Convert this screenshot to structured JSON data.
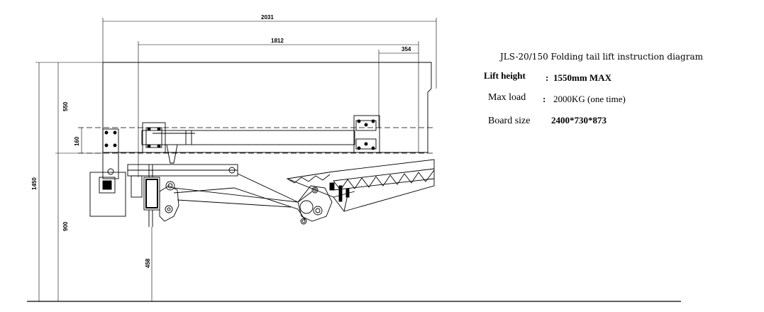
{
  "specs": {
    "title": "JLS-20/150 Folding tail lift instruction diagram",
    "lift_height_label": "Lift height",
    "lift_height_value": "1550mm MAX",
    "max_load_label": "Max load",
    "max_load_value": "2000KG (one time)",
    "board_size_label": "Board size",
    "board_size_value": "2400*730*873",
    "separator": ":"
  },
  "dimensions": {
    "overall_length": "2031",
    "mount_length": "1812",
    "front_offset": "354",
    "chassis_height": "550",
    "frame_offset": "160",
    "total_height": "1450",
    "ground_to_frame": "900",
    "ground_clearance": "458"
  }
}
